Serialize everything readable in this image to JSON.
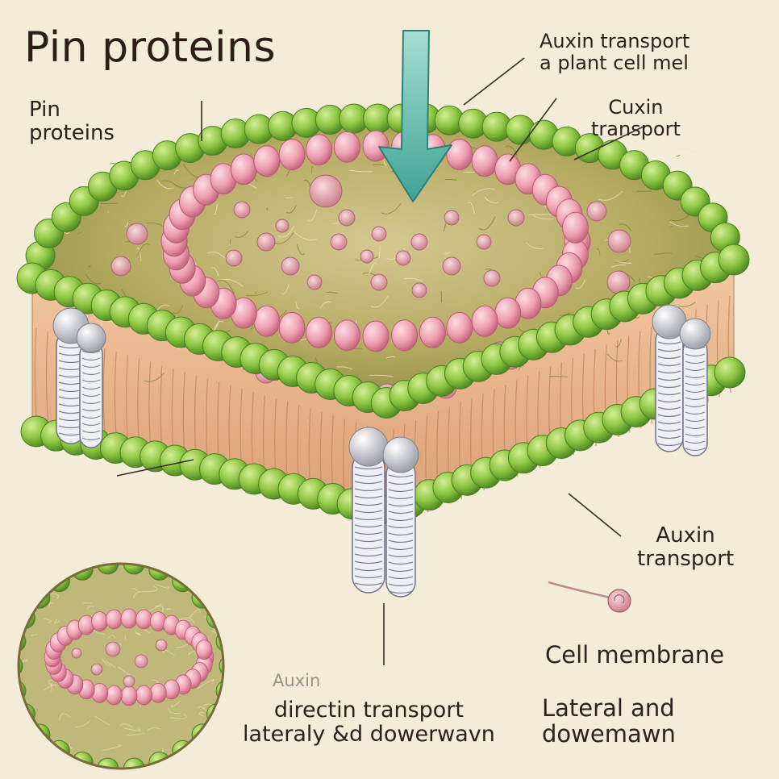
{
  "labels": {
    "title": "Pin proteins",
    "pin_proteins": "Pin\nproteins",
    "auxin_top": "Auxin transport\na plant cell mel",
    "cuxin": "Cuxin\ntransport",
    "auxin_right": "Auxin\ntransport",
    "cell_membrane": "Cell membrane",
    "lateral": "Lateral and\ndowemawn",
    "direction": "directin transport\nlateraly &d dowerwavn",
    "ghost": "Auxin"
  },
  "colors": {
    "background": "#f3ecd9",
    "head_green": "#84c23c",
    "tail_tan": "#e9b58e",
    "pink_ring": "#ec9aad",
    "arrow_teal": "#5bb3a8",
    "cytoplasm": "#b4ab62",
    "channel_grey": "#d6d6de"
  }
}
